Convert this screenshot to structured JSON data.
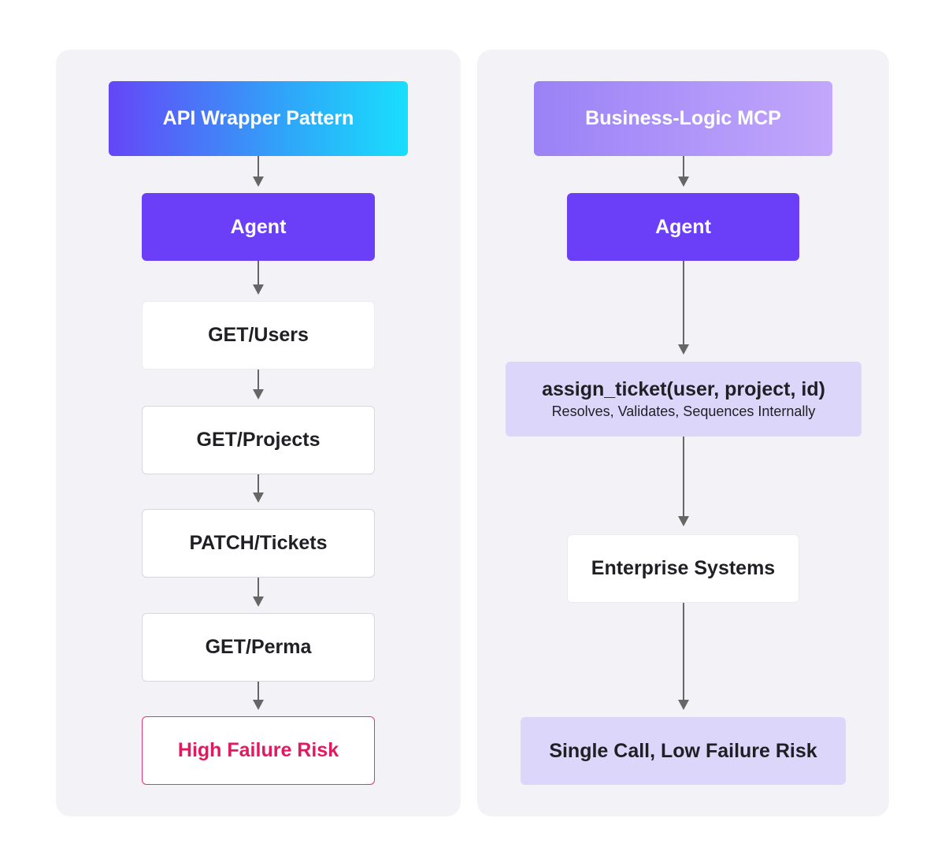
{
  "left": {
    "header": "API Wrapper Pattern",
    "agent": "Agent",
    "steps": [
      "GET/Users",
      "GET/Projects",
      "PATCH/Tickets",
      "GET/Perma"
    ],
    "outcome": "High Failure Risk"
  },
  "right": {
    "header": "Business-Logic MCP",
    "agent": "Agent",
    "tool_call": "assign_ticket(user, project, id)",
    "tool_note": "Resolves, Validates, Sequences Internally",
    "systems": "Enterprise Systems",
    "outcome": "Single Call, Low Failure Risk"
  },
  "colors": {
    "panel": "#f3f2f7",
    "agent": "#6b3ff8",
    "risk_text": "#e3195f",
    "risk_border": "#e8356f",
    "lavender": "#dcd6fb",
    "arrow": "#666666"
  }
}
